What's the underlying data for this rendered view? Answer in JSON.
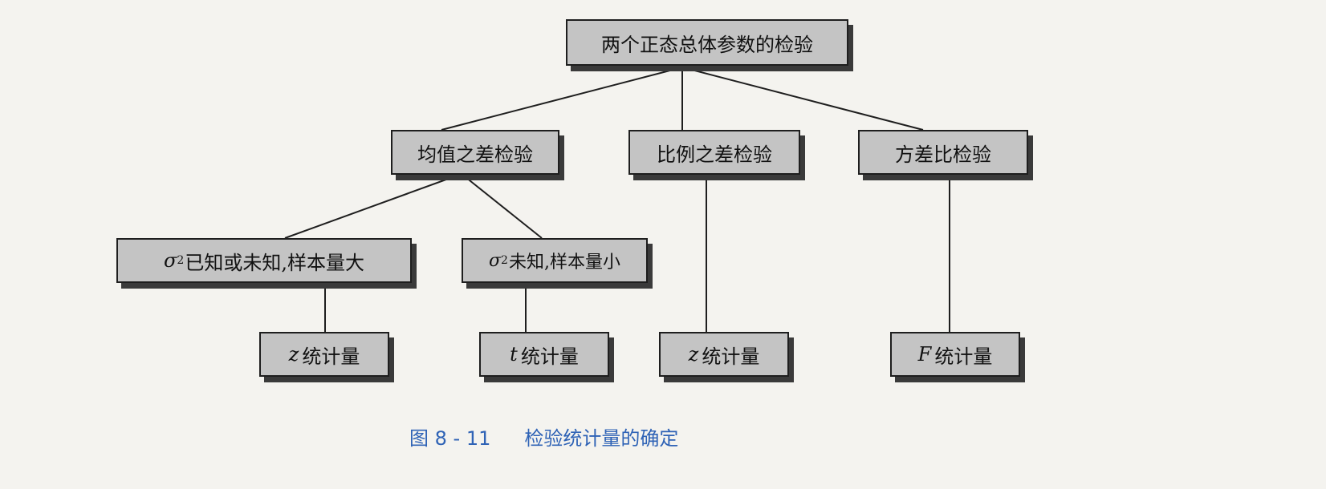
{
  "diagram": {
    "root": {
      "label": "两个正态总体参数的检验"
    },
    "branches": [
      {
        "label": "均值之差检验"
      },
      {
        "label": "比例之差检验"
      },
      {
        "label": "方差比检验"
      }
    ],
    "conditions": [
      {
        "symbol": "σ",
        "exponent": "2",
        "label": "已知或未知,样本量大"
      },
      {
        "symbol": "σ",
        "exponent": "2",
        "label": "未知,样本量小"
      }
    ],
    "statistics": [
      {
        "symbol": "z",
        "label": "统计量"
      },
      {
        "symbol": "t",
        "label": "统计量"
      },
      {
        "symbol": "z",
        "label": "统计量"
      },
      {
        "symbol": "F",
        "label": "统计量"
      }
    ]
  },
  "caption": {
    "number": "图 8 - 11",
    "text": "检验统计量的确定"
  }
}
